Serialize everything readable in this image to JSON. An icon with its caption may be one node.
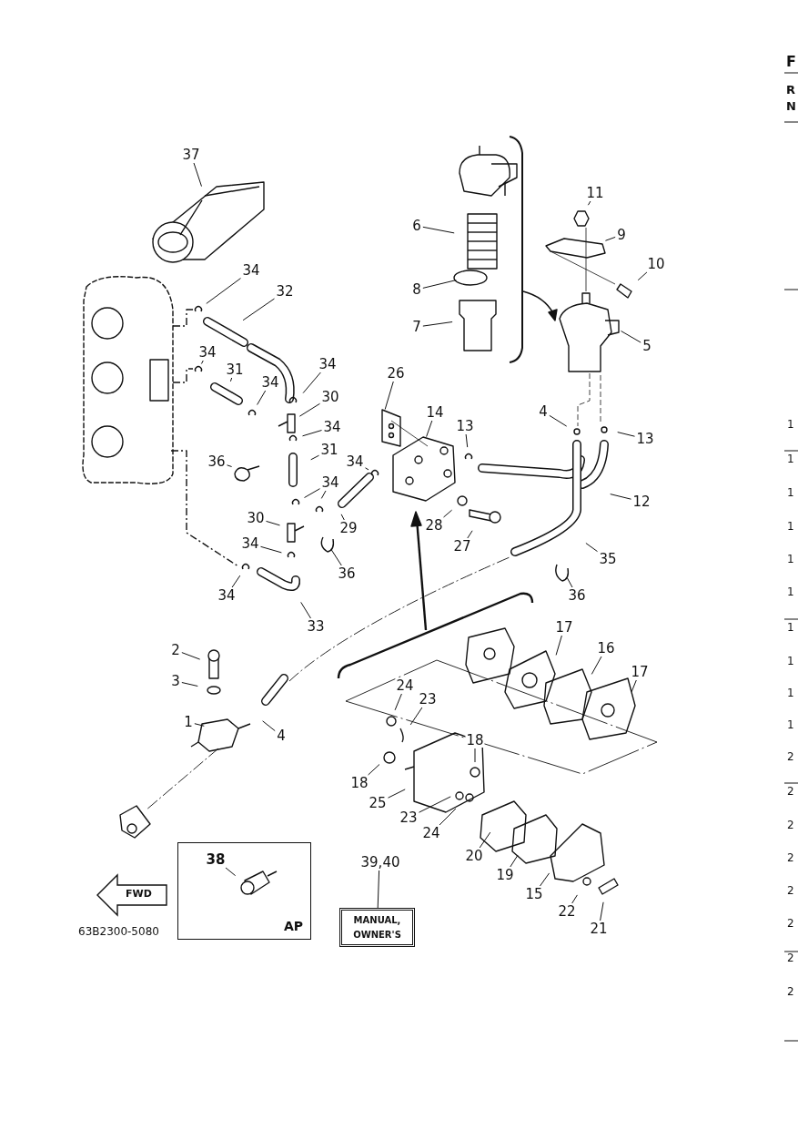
{
  "diagram": {
    "nodes": [
      {
        "text": [
          "37"
        ]
      },
      {
        "text": [
          "34"
        ]
      },
      {
        "text": [
          "32"
        ]
      },
      {
        "text": [
          "34"
        ]
      },
      {
        "text": [
          "31"
        ]
      },
      {
        "text": [
          "34"
        ]
      },
      {
        "text": [
          "34"
        ]
      },
      {
        "text": [
          "30"
        ]
      },
      {
        "text": [
          "34"
        ]
      },
      {
        "text": [
          "36"
        ]
      },
      {
        "text": [
          "31"
        ]
      },
      {
        "text": [
          "34"
        ]
      },
      {
        "text": [
          "30"
        ]
      },
      {
        "text": [
          "34"
        ]
      },
      {
        "text": [
          "34"
        ]
      },
      {
        "text": [
          "33"
        ]
      },
      {
        "text": [
          "36"
        ]
      },
      {
        "text": [
          "34"
        ]
      },
      {
        "text": [
          "29"
        ]
      },
      {
        "text": [
          "26"
        ]
      },
      {
        "text": [
          "14"
        ]
      },
      {
        "text": [
          "13"
        ]
      },
      {
        "text": [
          "28"
        ]
      },
      {
        "text": [
          "27"
        ]
      },
      {
        "text": [
          "6"
        ]
      },
      {
        "text": [
          "8"
        ]
      },
      {
        "text": [
          "7"
        ]
      },
      {
        "text": [
          "11"
        ]
      },
      {
        "text": [
          "9"
        ]
      },
      {
        "text": [
          "10"
        ]
      },
      {
        "text": [
          "5"
        ]
      },
      {
        "text": [
          "4"
        ]
      },
      {
        "text": [
          "13"
        ]
      },
      {
        "text": [
          "12"
        ]
      },
      {
        "text": [
          "35"
        ]
      },
      {
        "text": [
          "36"
        ]
      },
      {
        "text": [
          "17"
        ]
      },
      {
        "text": [
          "16"
        ]
      },
      {
        "text": [
          "17"
        ]
      },
      {
        "text": [
          "2"
        ]
      },
      {
        "text": [
          "3"
        ]
      },
      {
        "text": [
          "1"
        ]
      },
      {
        "text": [
          "4"
        ]
      },
      {
        "text": [
          "24"
        ]
      },
      {
        "text": [
          "23"
        ]
      },
      {
        "text": [
          "18"
        ]
      },
      {
        "text": [
          "18"
        ]
      },
      {
        "text": [
          "25"
        ]
      },
      {
        "text": [
          "23"
        ]
      },
      {
        "text": [
          "24"
        ]
      },
      {
        "text": [
          "20"
        ]
      },
      {
        "text": [
          "19"
        ]
      },
      {
        "text": [
          "15"
        ]
      },
      {
        "text": [
          "22"
        ]
      },
      {
        "text": [
          "21"
        ]
      },
      {
        "text": [
          "AP"
        ]
      },
      {
        "text": [
          "38"
        ],
        "in": 55
      },
      {
        "text": [
          "39,40"
        ]
      },
      {
        "text": [
          "MANUAL, OWNER'S"
        ]
      }
    ],
    "edges": [
      {
        "from": 0,
        "to": null,
        "arrow": "none"
      },
      {
        "from": 1,
        "to": null,
        "arrow": "none"
      },
      {
        "from": 2,
        "to": null,
        "arrow": "none"
      },
      {
        "from": 3,
        "to": null,
        "arrow": "none"
      },
      {
        "from": 4,
        "to": null,
        "arrow": "none"
      },
      {
        "from": 5,
        "to": null,
        "arrow": "none"
      },
      {
        "from": 6,
        "to": null,
        "arrow": "none"
      },
      {
        "from": 7,
        "to": null,
        "arrow": "none"
      },
      {
        "from": 8,
        "to": null,
        "arrow": "none"
      },
      {
        "from": 9,
        "to": null,
        "arrow": "none"
      },
      {
        "from": 10,
        "to": null,
        "arrow": "none"
      },
      {
        "from": 11,
        "to": null,
        "arrow": "none"
      },
      {
        "from": 11,
        "to": null,
        "arrow": "none"
      },
      {
        "from": 12,
        "to": null,
        "arrow": "none"
      },
      {
        "from": 13,
        "to": null,
        "arrow": "none"
      },
      {
        "from": 14,
        "to": null,
        "arrow": "none"
      },
      {
        "from": 15,
        "to": null,
        "arrow": "none"
      },
      {
        "from": 16,
        "to": null,
        "arrow": "none"
      },
      {
        "from": 17,
        "to": null,
        "arrow": "none"
      },
      {
        "from": 18,
        "to": null,
        "arrow": "none"
      },
      {
        "from": 19,
        "to": null,
        "arrow": "none"
      },
      {
        "from": 20,
        "to": null,
        "arrow": "none"
      },
      {
        "from": 21,
        "to": null,
        "arrow": "none"
      },
      {
        "from": 22,
        "to": null,
        "arrow": "none"
      },
      {
        "from": 23,
        "to": null,
        "arrow": "none"
      },
      {
        "from": 24,
        "to": null,
        "arrow": "none"
      },
      {
        "from": 25,
        "to": null,
        "arrow": "none"
      },
      {
        "from": 26,
        "to": null,
        "arrow": "none"
      },
      {
        "from": 27,
        "to": null,
        "arrow": "none"
      },
      {
        "from": 28,
        "to": null,
        "arrow": "none"
      },
      {
        "from": 29,
        "to": null,
        "arrow": "none"
      },
      {
        "from": 30,
        "to": null,
        "arrow": "none"
      },
      {
        "from": 31,
        "to": null,
        "arrow": "none"
      },
      {
        "from": 32,
        "to": null,
        "arrow": "none"
      },
      {
        "from": 33,
        "to": null,
        "arrow": "none"
      },
      {
        "from": 34,
        "to": null,
        "arrow": "none"
      },
      {
        "from": 35,
        "to": null,
        "arrow": "none"
      },
      {
        "from": 36,
        "to": null,
        "arrow": "none"
      },
      {
        "from": 37,
        "to": null,
        "arrow": "none"
      },
      {
        "from": 38,
        "to": null,
        "arrow": "none"
      },
      {
        "from": 39,
        "to": null,
        "arrow": "none"
      },
      {
        "from": 40,
        "to": null,
        "arrow": "none"
      },
      {
        "from": 41,
        "to": null,
        "arrow": "none"
      },
      {
        "from": 42,
        "to": null,
        "arrow": "none"
      },
      {
        "from": 43,
        "to": null,
        "arrow": "none"
      },
      {
        "from": 44,
        "to": null,
        "arrow": "none"
      },
      {
        "from": 45,
        "to": null,
        "arrow": "none"
      },
      {
        "from": 46,
        "to": null,
        "arrow": "none"
      },
      {
        "from": 47,
        "to": null,
        "arrow": "none"
      },
      {
        "from": 48,
        "to": null,
        "arrow": "none"
      },
      {
        "from": 49,
        "to": null,
        "arrow": "none"
      },
      {
        "from": 50,
        "to": null,
        "arrow": "none"
      },
      {
        "from": 51,
        "to": null,
        "arrow": "none"
      },
      {
        "from": 52,
        "to": null,
        "arrow": "none"
      },
      {
        "from": 53,
        "to": null,
        "arrow": "none"
      },
      {
        "from": 54,
        "to": null,
        "arrow": "none"
      },
      {
        "from": 56,
        "to": null,
        "arrow": "none"
      },
      {
        "from": 57,
        "to": 58,
        "arrow": "none"
      }
    ],
    "labels": [
      "63B2300-5080",
      "FWD",
      "F",
      "R",
      "N",
      "1",
      "1",
      "1",
      "1",
      "1",
      "1",
      "1",
      "1",
      "1",
      "1",
      "2",
      "2",
      "2",
      "2",
      "2",
      "2",
      "2",
      "2"
    ]
  }
}
